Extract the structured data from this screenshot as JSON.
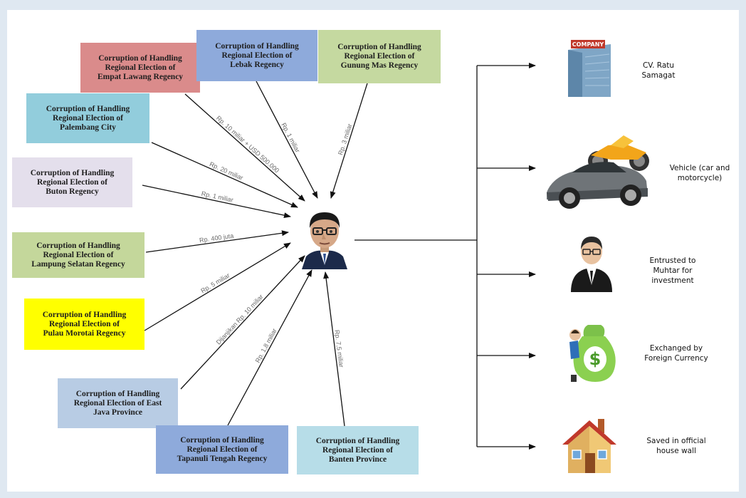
{
  "cases": [
    {
      "id": "empat-lawang",
      "label": "Corruption of Handling\nRegional Election of\nEmpat Lawang Regency",
      "amount": "Rp. 10 miliar + USD 500.000",
      "color": "#da8b8b"
    },
    {
      "id": "lebak",
      "label": "Corruption of Handling\nRegional Election of\nLebak Regency",
      "amount": "Rp. 1 miliar",
      "color": "#8eaadb"
    },
    {
      "id": "gunung-mas",
      "label": "Corruption of Handling\nRegional Election of\nGunung Mas Regency",
      "amount": "Rp. 3 miliar",
      "color": "#c5d9a0"
    },
    {
      "id": "palembang",
      "label": "Corruption of Handling\nRegional Election of\nPalembang City",
      "amount": "Rp. 20 miliar",
      "color": "#92cddc"
    },
    {
      "id": "buton",
      "label": "Corruption of Handling\nRegional Election of\nButon Regency",
      "amount": "Rp. 1 miliar",
      "color": "#e4dfec"
    },
    {
      "id": "lampung-selatan",
      "label": "Corruption of Handling\nRegional Election of\nLampung Selatan Regency",
      "amount": "Rp. 400 juta",
      "color": "#c4d79b"
    },
    {
      "id": "pulau-morotai",
      "label": "Corruption of Handling\nRegional Election of\nPulau Morotai Regency",
      "amount": "Rp. 5 miliar",
      "color": "#ffff00"
    },
    {
      "id": "east-java",
      "label": "Corruption of Handling\nRegional Election of East\nJava Province",
      "amount": "Dijanjikan Rp. 10 miliar",
      "color": "#b8cce4"
    },
    {
      "id": "tapanuli-tengah",
      "label": "Corruption of Handling\nRegional Election of\nTapanuli Tengah Regency",
      "amount": "Rp. 1,8 miliar",
      "color": "#8eaadb"
    },
    {
      "id": "banten",
      "label": "Corruption of Handling\nRegional Election of\nBanten Province",
      "amount": "Rp. 7,5 miliar",
      "color": "#b7dde8"
    }
  ],
  "assets": [
    {
      "id": "company",
      "label": "CV. Ratu\nSamagat",
      "icon": "company-building-icon",
      "sign": "COMPANY"
    },
    {
      "id": "vehicle",
      "label": "Vehicle (car and\nmotorcycle)",
      "icon": "car-motorcycle-icon"
    },
    {
      "id": "muhtar",
      "label": "Entrusted to\nMuhtar for\ninvestment",
      "icon": "businessman-icon"
    },
    {
      "id": "currency",
      "label": "Exchanged by\nForeign Currency",
      "icon": "money-bag-icon",
      "symbol": "$"
    },
    {
      "id": "house",
      "label": "Saved in official\nhouse wall",
      "icon": "house-icon"
    }
  ],
  "center": {
    "icon": "man-portrait-icon"
  },
  "colors": {
    "arrow": "#111111",
    "amount_text": "#6a6a6a"
  }
}
